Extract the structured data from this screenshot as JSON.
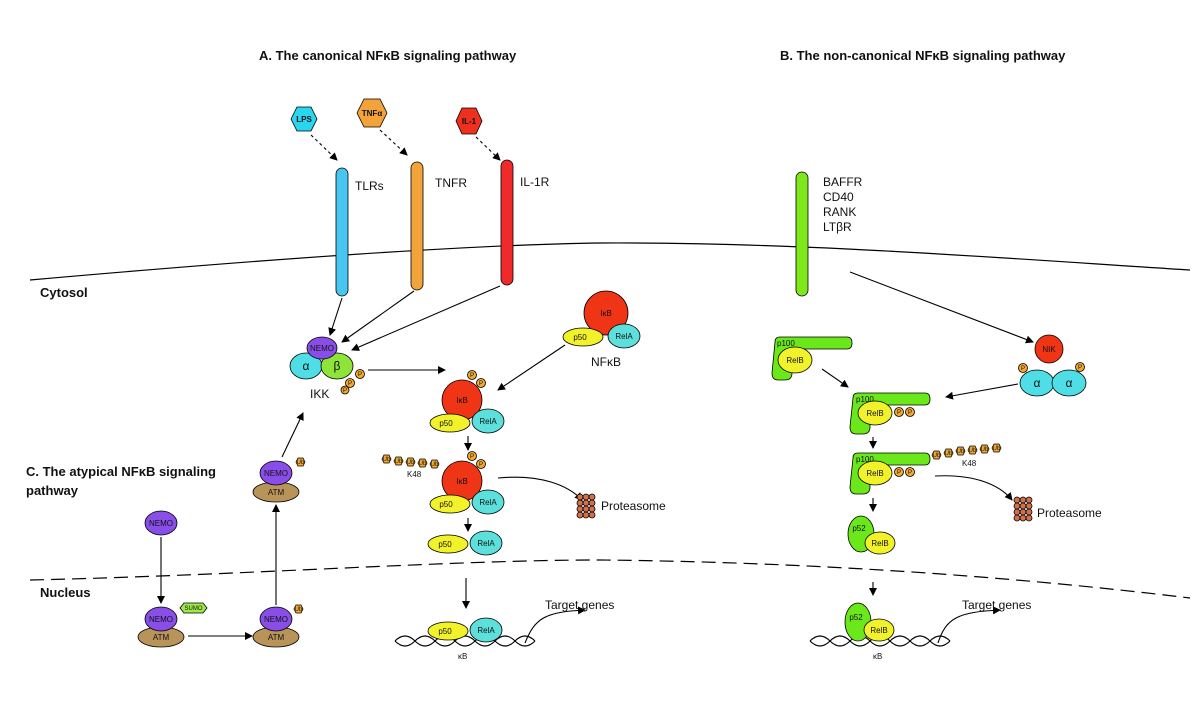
{
  "titles": {
    "canonical": "A. The canonical NFκB signaling pathway",
    "noncanonical": "B. The non-canonical NFκB signaling pathway",
    "atypical_line1": "C. The atypical NFκB signaling",
    "atypical_line2": "pathway"
  },
  "compartments": {
    "cytosol": "Cytosol",
    "nucleus": "Nucleus"
  },
  "ligands": {
    "lps": "LPS",
    "tnfa": "TNFα",
    "il1": "IL-1"
  },
  "receptors": {
    "tlrs": "TLRs",
    "tnfr": "TNFR",
    "il1r": "IL-1R",
    "noncanonical": [
      "BAFFR",
      "CD40",
      "RANK",
      "LTβR"
    ]
  },
  "proteins": {
    "nemo": "NEMO",
    "alpha": "α",
    "beta": "β",
    "ikk": "IKK",
    "p": "P",
    "ikb": "IκB",
    "p50": "p50",
    "rela": "RelA",
    "nfkb": "NFκB",
    "k48": "K48",
    "ub": "Ub",
    "proteasome": "Proteasome",
    "target_genes": "Target genes",
    "kb": "κB",
    "atm": "ATM",
    "sumo": "SUMO",
    "p100": "p100",
    "relb": "RelB",
    "nik": "NIK",
    "p52": "p52"
  },
  "colors": {
    "lps": "#29d6f0",
    "tnfa": "#f4a23a",
    "il1": "#f0301e",
    "tlr": "#48c6f0",
    "tnfr": "#f2a33a",
    "il1r": "#f02a2a",
    "green_receptor": "#7ee81c",
    "nemo": "#8a4ee8",
    "alpha": "#4fdde6",
    "beta": "#8fe43a",
    "phospho": "#f0a830",
    "ikb": "#f03416",
    "p50": "#f2f22a",
    "rela": "#5de0dc",
    "atm": "#b8935a",
    "sumo": "#9de84a",
    "p100": "#6ae81a",
    "proteasome": "#d0704c"
  }
}
